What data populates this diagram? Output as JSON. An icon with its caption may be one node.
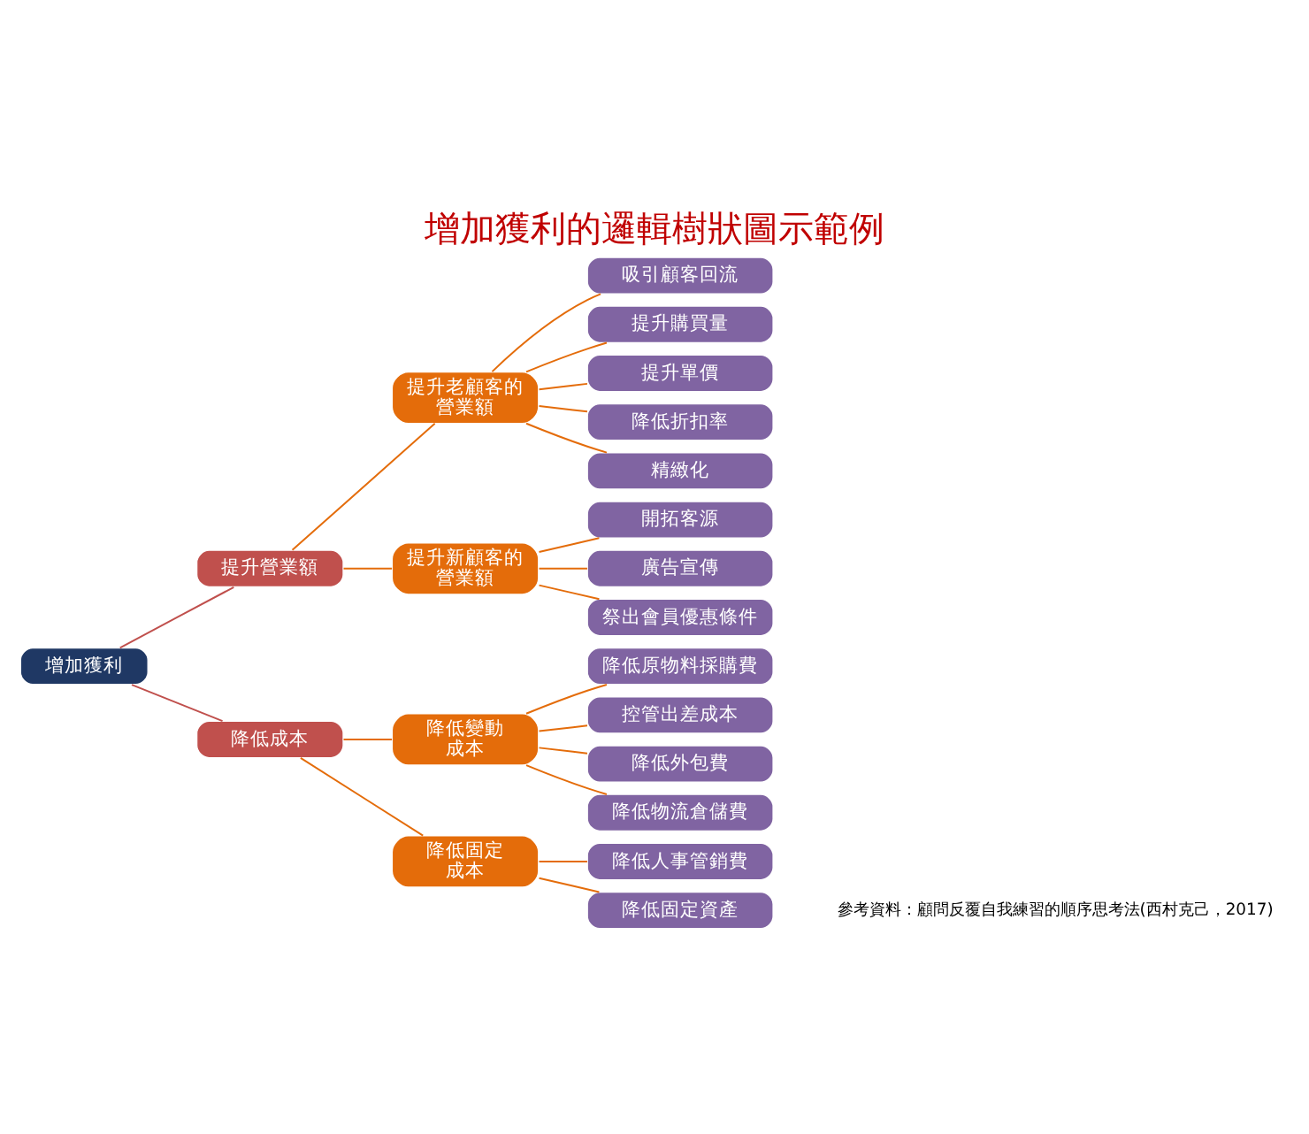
{
  "diagram": {
    "title": "增加獲利的邏輯樹狀圖示範例",
    "caption": "參考資料：顧問反覆自我練習的順序思考法(西村克己，2017)",
    "nodes": [
      {
        "text": [
          "增加獲利"
        ]
      },
      {
        "text": [
          "提升營業額"
        ]
      },
      {
        "text": [
          "提升老顧客的營業額"
        ]
      },
      {
        "text": [
          "吸引顧客回流"
        ]
      },
      {
        "text": [
          "提升購買量"
        ]
      },
      {
        "text": [
          "提升單價"
        ]
      },
      {
        "text": [
          "降低折扣率"
        ]
      },
      {
        "text": [
          "精緻化"
        ]
      },
      {
        "text": [
          "提升新顧客的營業額"
        ]
      },
      {
        "text": [
          "開拓客源"
        ]
      },
      {
        "text": [
          "廣告宣傳"
        ]
      },
      {
        "text": [
          "祭出會員優惠條件"
        ]
      },
      {
        "text": [
          "降低成本"
        ]
      },
      {
        "text": [
          "降低變動成本"
        ]
      },
      {
        "text": [
          "降低原物料採購費"
        ]
      },
      {
        "text": [
          "控管出差成本"
        ]
      },
      {
        "text": [
          "降低外包費"
        ]
      },
      {
        "text": [
          "降低物流倉儲費"
        ]
      },
      {
        "text": [
          "降低固定成本"
        ]
      },
      {
        "text": [
          "降低人事管銷費"
        ]
      },
      {
        "text": [
          "降低固定資產"
        ]
      }
    ],
    "edges": [
      {
        "from": 0,
        "to": 1,
        "arrow": "none",
        "color": "#c0504d"
      },
      {
        "from": 1,
        "to": 2,
        "arrow": "none"
      },
      {
        "from": 2,
        "to": 3,
        "arrow": "none"
      },
      {
        "from": 2,
        "to": 4,
        "arrow": "none"
      },
      {
        "from": 2,
        "to": 5,
        "arrow": "none"
      },
      {
        "from": 2,
        "to": 6,
        "arrow": "none"
      },
      {
        "from": 2,
        "to": 7,
        "arrow": "none"
      },
      {
        "from": 1,
        "to": 8,
        "arrow": "none"
      },
      {
        "from": 8,
        "to": 9,
        "arrow": "none"
      },
      {
        "from": 8,
        "to": 10,
        "arrow": "none"
      },
      {
        "from": 8,
        "to": 11,
        "arrow": "none"
      },
      {
        "from": 0,
        "to": 12,
        "arrow": "none",
        "color": "#c0504d"
      },
      {
        "from": 12,
        "to": 13,
        "arrow": "none"
      },
      {
        "from": 13,
        "to": 14,
        "arrow": "none"
      },
      {
        "from": 13,
        "to": 15,
        "arrow": "none"
      },
      {
        "from": 13,
        "to": 16,
        "arrow": "none"
      },
      {
        "from": 13,
        "to": 17,
        "arrow": "none"
      },
      {
        "from": 12,
        "to": 18,
        "arrow": "none"
      },
      {
        "from": 18,
        "to": 19,
        "arrow": "none"
      },
      {
        "from": 18,
        "to": 20,
        "arrow": "none"
      }
    ]
  }
}
